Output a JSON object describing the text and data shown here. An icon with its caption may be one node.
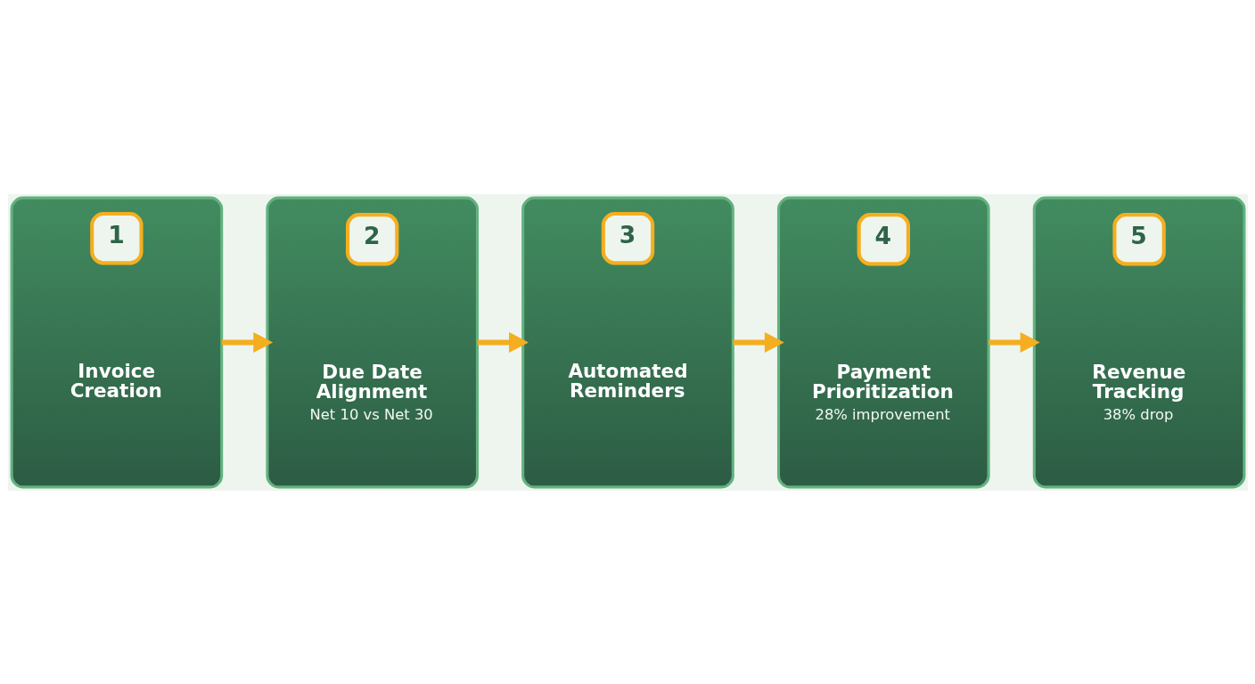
{
  "diagram": {
    "nodes": [
      {
        "text": [
          "1",
          "Invoice Creation"
        ]
      },
      {
        "text": [
          "2",
          "Due Date Alignment",
          "Net 10 vs Net 30"
        ]
      },
      {
        "text": [
          "3",
          "Automated Reminders"
        ]
      },
      {
        "text": [
          "4",
          "Payment Prioritization",
          "28% improvement"
        ]
      },
      {
        "text": [
          "5",
          "Revenue Tracking",
          "38% drop"
        ]
      }
    ],
    "edges": [
      {
        "from": 0,
        "to": 1,
        "arrow": "to"
      },
      {
        "from": 1,
        "to": 2,
        "arrow": "to"
      },
      {
        "from": 2,
        "to": 3,
        "arrow": "to"
      },
      {
        "from": 3,
        "to": 4,
        "arrow": "to"
      }
    ]
  }
}
